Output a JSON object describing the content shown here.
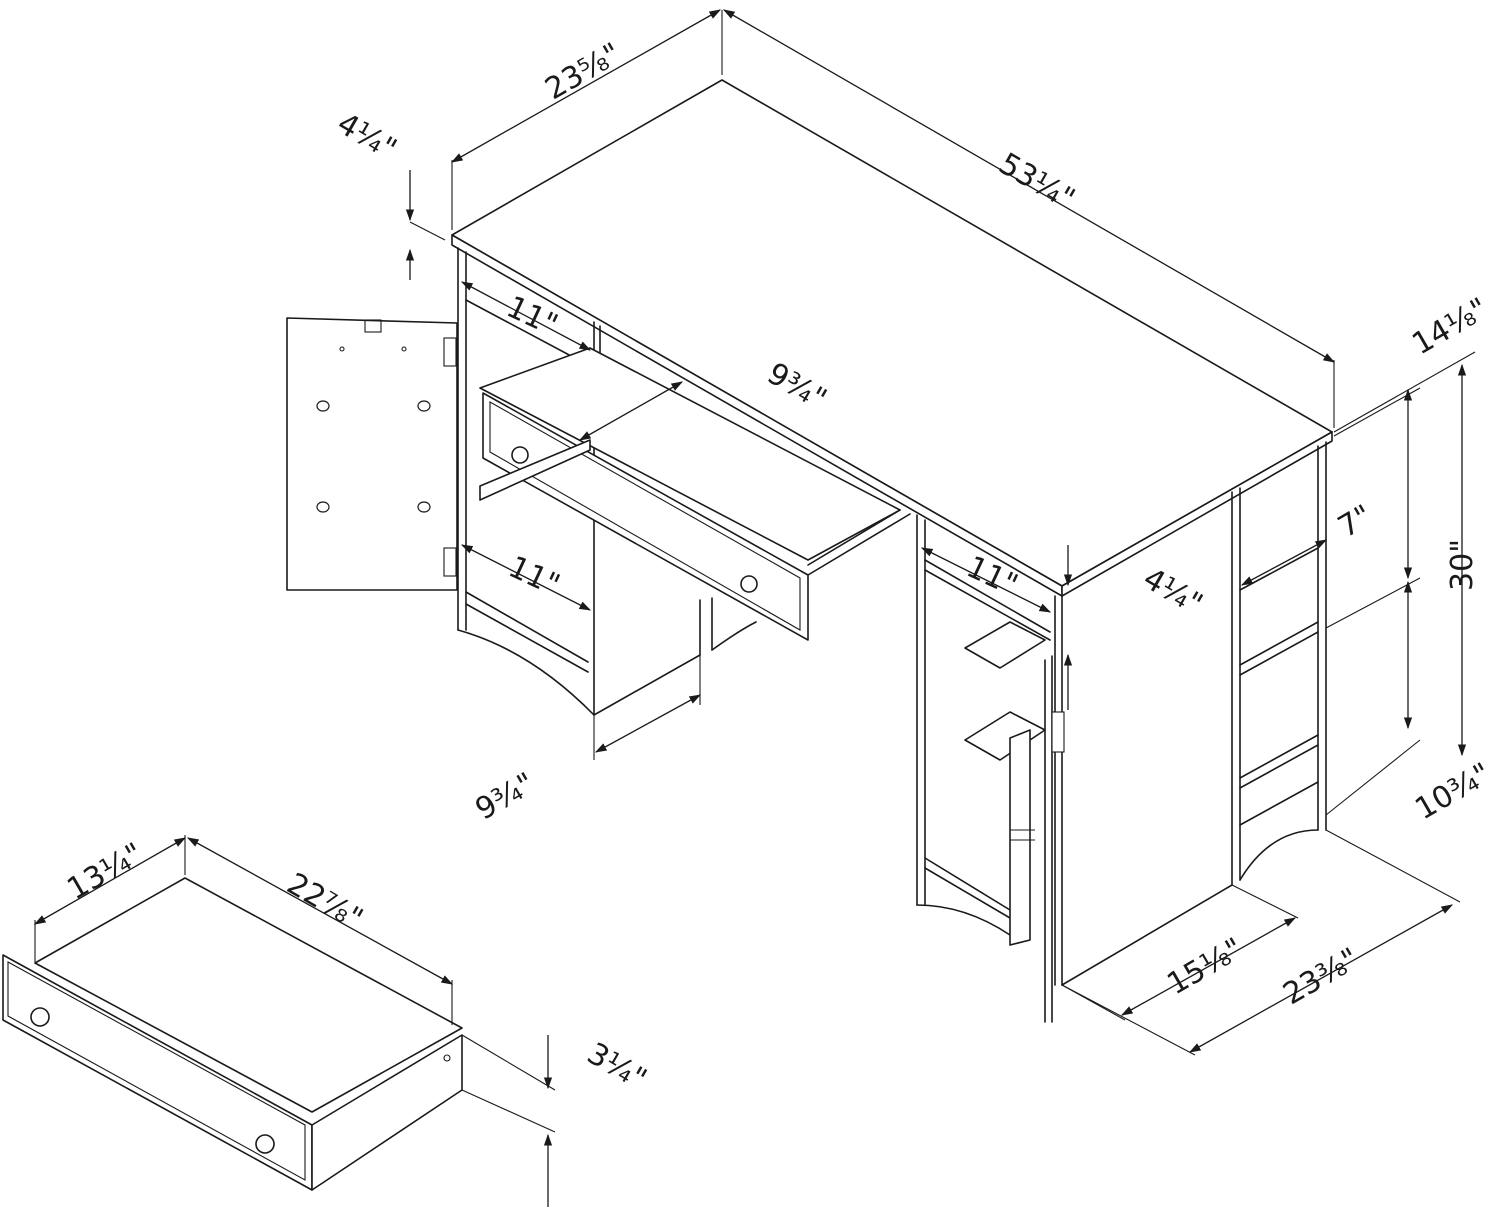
{
  "diagram": {
    "colors": {
      "line": "#1a1a1a",
      "background": "#ffffff"
    },
    "dimensions": {
      "top_depth": "23⅝\"",
      "top_thickness": "4¼\"",
      "top_width": "53¼\"",
      "shelf_depth_upper_left": "11\"",
      "keyboard_drawer_depth": "9¾\"",
      "shelf_depth_lower_left": "11\"",
      "shelf_depth_right": "11\"",
      "right_side_thickness": "4¼\"",
      "side_shelf_depth": "7\"",
      "upper_height": "14⅛\"",
      "total_height": "30\"",
      "lower_height": "10¾\"",
      "knee_clearance": "9¾\"",
      "cabinet_depth": "15⅛\"",
      "total_depth": "23⅜\"",
      "drawer_depth": "13¼\"",
      "drawer_width": "22⅞\"",
      "drawer_height": "3¼\""
    }
  }
}
